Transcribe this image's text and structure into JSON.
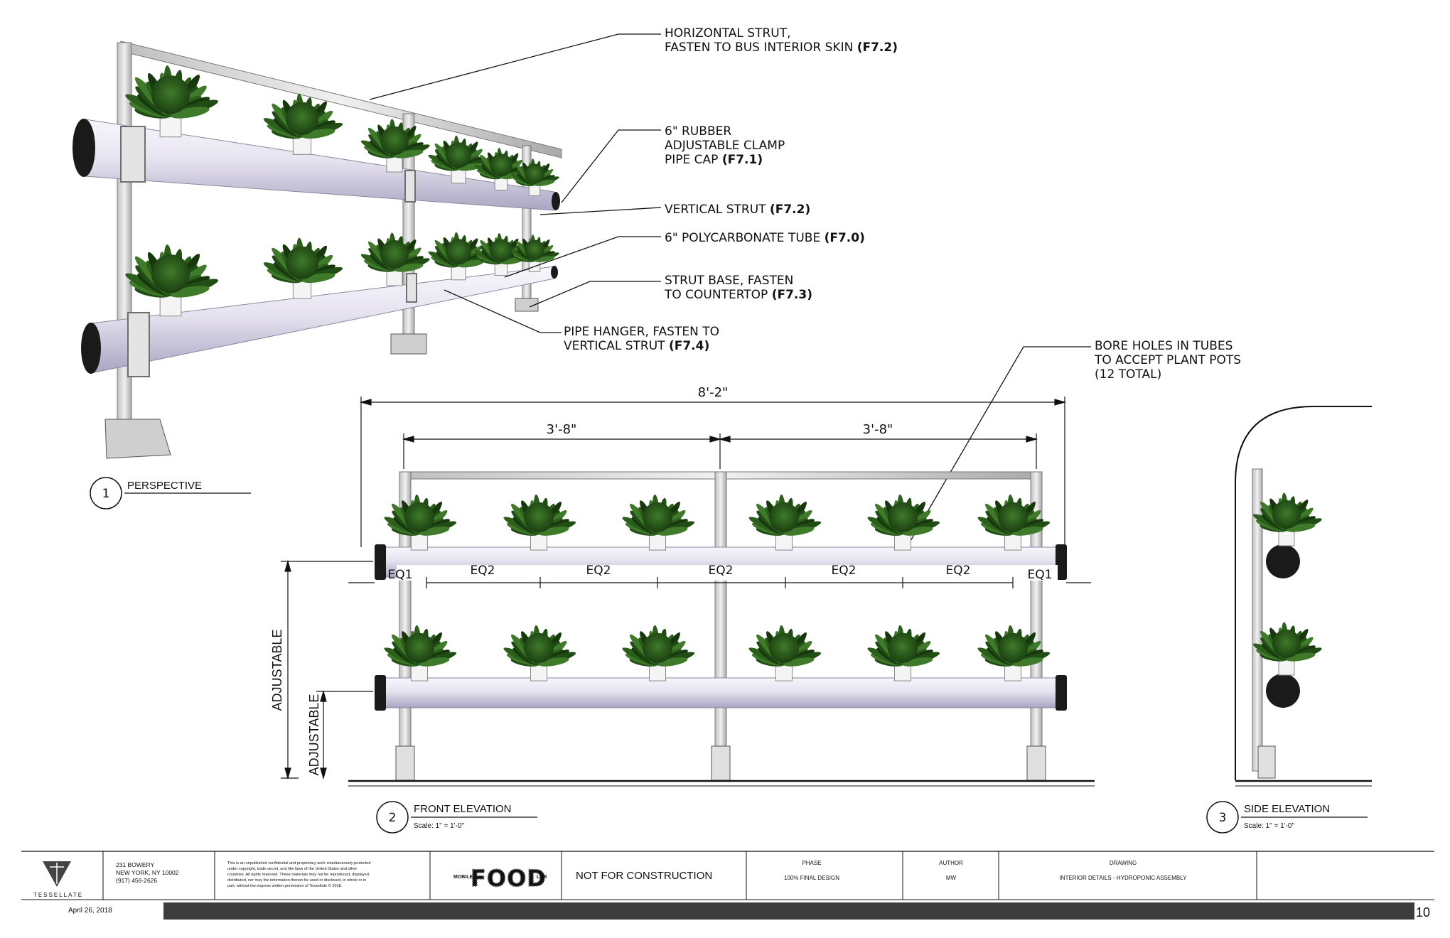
{
  "callouts": [
    {
      "lines": [
        "HORIZONTAL STRUT,",
        "FASTEN TO BUS INTERIOR SKIN"
      ],
      "ref": "(F7.2)"
    },
    {
      "lines": [
        "6\" RUBBER",
        "ADJUSTABLE CLAMP",
        "PIPE CAP"
      ],
      "ref": "(F7.1)"
    },
    {
      "lines": [
        "VERTICAL STRUT"
      ],
      "ref": "(F7.2)"
    },
    {
      "lines": [
        "6\" POLYCARBONATE TUBE"
      ],
      "ref": "(F7.0)"
    },
    {
      "lines": [
        "STRUT BASE, FASTEN",
        "TO COUNTERTOP"
      ],
      "ref": "(F7.3)"
    },
    {
      "lines": [
        "PIPE HANGER, FASTEN TO",
        "VERTICAL STRUT"
      ],
      "ref": "(F7.4)"
    },
    {
      "lines": [
        "BORE HOLES IN TUBES",
        "TO ACCEPT PLANT POTS",
        "(12 TOTAL)"
      ],
      "ref": ""
    }
  ],
  "dimensions": {
    "overall": "8'-2\"",
    "left_bay": "3'-8\"",
    "right_bay": "3'-8\"",
    "eq1": "EQ1",
    "eq2": "EQ2",
    "adjustable": "ADJUSTABLE"
  },
  "views": [
    {
      "number": "1",
      "title": "PERSPECTIVE",
      "scale": ""
    },
    {
      "number": "2",
      "title": "FRONT ELEVATION",
      "scale": "Scale:  1\" = 1'-0\""
    },
    {
      "number": "3",
      "title": "SIDE ELEVATION",
      "scale": "Scale:  1\" = 1'-0\""
    }
  ],
  "title_block": {
    "company": "TESSELLATE",
    "address": [
      "231 BOWERY",
      "NEW YORK, NY 10002",
      "(917) 456-2626"
    ],
    "legal": [
      "This is an unpublished confidential and proprietary work simultaneously protected",
      "under copyright, trade secret, and like laws of the United States and other",
      "countries. All rights reserved. These materials may not be reproduced, displayed,",
      "distributed, nor may the information therein be used or disclosed, in whole or in",
      "part, without the express written permission of Tessellate © 2018."
    ],
    "logo_left": "MOBILE",
    "logo_main": "FOOD",
    "logo_right": "LAB",
    "status": "NOT FOR CONSTRUCTION",
    "phase_label": "PHASE",
    "phase_value": "100% FINAL DESIGN",
    "author_label": "AUTHOR",
    "author_value": "MW",
    "drawing_label": "DRAWING",
    "drawing_value": "INTERIOR DETAILS - HYDROPONIC ASSEMBLY",
    "date": "April 26, 2018",
    "sheet": "10"
  },
  "colors": {
    "tube": "#e8e6f2",
    "tube_shade": "#b9b5cc",
    "plant": "#1f4d14",
    "plant_light": "#3f7a2a",
    "cap": "#1a1a1a",
    "strut": "#d9d9d9",
    "bar": "#3c3c3c"
  }
}
